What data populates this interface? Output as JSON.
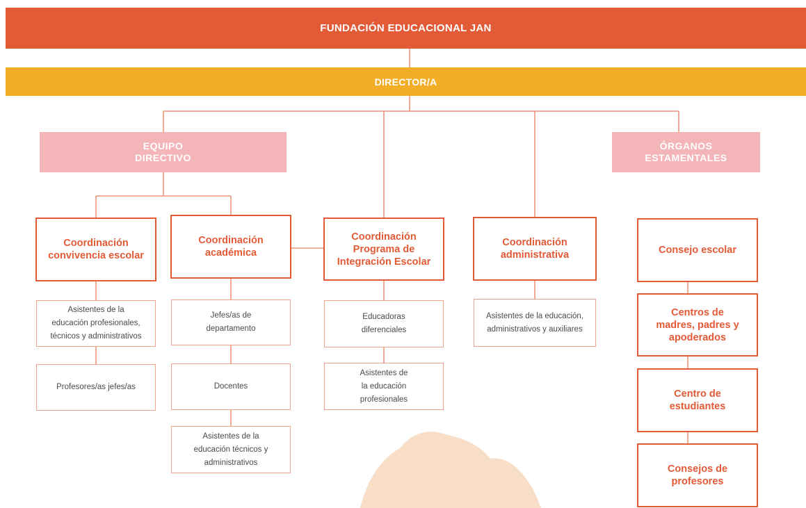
{
  "title": "FUNDACIÓN EDUCACIONAL JAN",
  "director": "DIRECTOR/A",
  "groups": {
    "equipo_directivo": "EQUIPO\nDIRECTIVO",
    "organos": "ÓRGANOS\nESTAMENTALES"
  },
  "coordinations": {
    "convivencia": "Coordinación\nconvivencia escolar",
    "academica": "Coordinación\nacadémica",
    "pie": "Coordinación\nPrograma de\nIntegración Escolar",
    "administrativa": "Coordinación\nadministrativa"
  },
  "convivencia_subs": [
    "Asistentes de la\neducación profesionales,\ntécnicos y administrativos",
    "Profesores/as jefes/as"
  ],
  "academica_subs": [
    "Jefes/as de\ndepartamento",
    "Docentes",
    "Asistentes de la\neducación técnicos y\nadministrativos"
  ],
  "pie_subs": [
    "Educadoras\ndiferenciales",
    "Asistentes de\nla educación\nprofesionales"
  ],
  "administrativa_subs": [
    "Asistentes de la educación,\nadministrativos y auxiliares"
  ],
  "organos_items": [
    "Consejo escolar",
    "Centros de\nmadres, padres y\napoderados",
    "Centro de\nestudiantes",
    "Consejos de\nprofesores"
  ],
  "colors": {
    "top_bar": "#e35a37",
    "director_bar": "#f2ae27",
    "group_box": "#f4b5b8",
    "accent": "#e35a37",
    "line": "#ef9478",
    "blob": "#f8ddc7"
  }
}
